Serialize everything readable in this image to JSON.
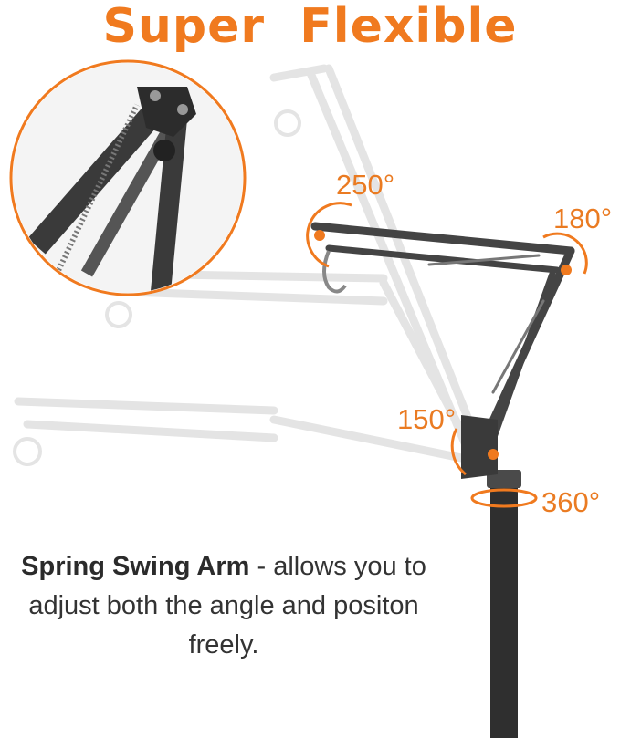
{
  "title": "Super  Flexible",
  "angles": {
    "a250": "250°",
    "a180": "180°",
    "a150": "150°",
    "a360": "360°"
  },
  "description": {
    "feature": "Spring Swing Arm",
    "text": " - allows you to adjust both the angle and positon freely."
  },
  "colors": {
    "accent": "#f07a1f",
    "arm": "#3c3c3c",
    "ghost": "#e2e2e2"
  }
}
